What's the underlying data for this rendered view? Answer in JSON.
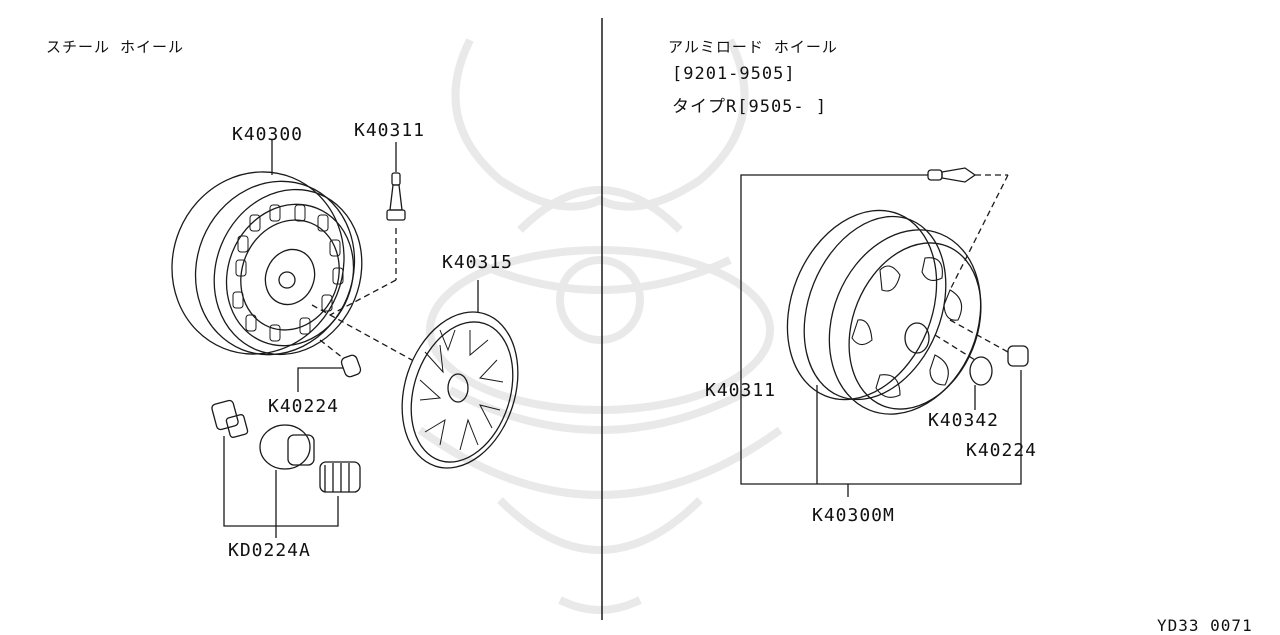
{
  "left_section": {
    "title": "スチール ホイール",
    "parts": {
      "wheel": "K40300",
      "valve": "K40311",
      "cover": "K40315",
      "nut": "K40224",
      "lock_set": "KD0224A"
    }
  },
  "right_section": {
    "title": "アルミロード ホイール",
    "period": "[9201-9505]",
    "type_note": "タイプR[9505-    ]",
    "parts": {
      "valve": "K40311",
      "cap": "K40342",
      "nut": "K40224",
      "wheel_assy": "K40300M"
    }
  },
  "footer_code": "YD33 0071",
  "colors": {
    "line": "#1a1a1a",
    "watermark": "#ececec"
  }
}
